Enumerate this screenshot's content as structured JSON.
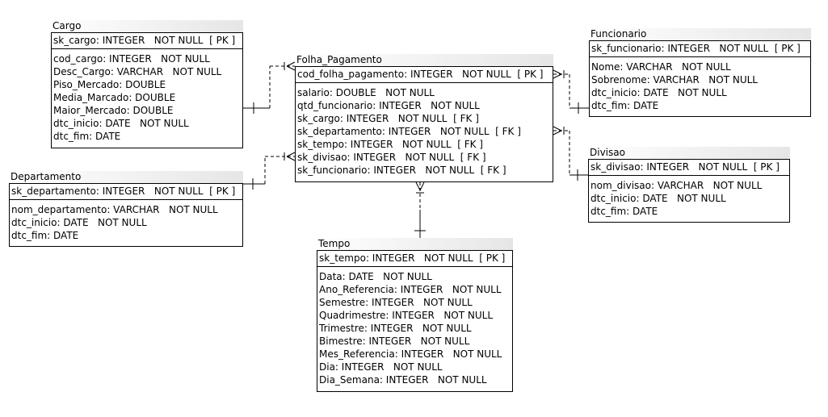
{
  "entities": {
    "cargo": {
      "title": "Cargo",
      "pk": "sk_cargo: INTEGER   NOT NULL  [ PK ]",
      "attrs": [
        "cod_cargo: INTEGER   NOT NULL",
        "Desc_Cargo: VARCHAR   NOT NULL",
        "Piso_Mercado: DOUBLE",
        "Media_Marcado: DOUBLE",
        "Maior_Mercado: DOUBLE",
        "dtc_inicio: DATE   NOT NULL",
        "dtc_fim: DATE"
      ]
    },
    "folha_pagamento": {
      "title": "Folha_Pagamento",
      "pk": "cod_folha_pagamento: INTEGER   NOT NULL  [ PK ]",
      "attrs": [
        "salario: DOUBLE   NOT NULL",
        "qtd_funcionario: INTEGER   NOT NULL",
        "sk_cargo: INTEGER   NOT NULL  [ FK ]",
        "sk_departamento: INTEGER   NOT NULL  [ FK ]",
        "sk_tempo: INTEGER   NOT NULL  [ FK ]",
        "sk_divisao: INTEGER   NOT NULL  [ FK ]",
        "sk_funcionario: INTEGER   NOT NULL  [ FK ]"
      ]
    },
    "funcionario": {
      "title": "Funcionario",
      "pk": "sk_funcionario: INTEGER   NOT NULL  [ PK ]",
      "attrs": [
        "Nome: VARCHAR   NOT NULL",
        "Sobrenome: VARCHAR   NOT NULL",
        "dtc_inicio: DATE   NOT NULL",
        "dtc_fim: DATE"
      ]
    },
    "departamento": {
      "title": "Departamento",
      "pk": "sk_departamento: INTEGER   NOT NULL  [ PK ]",
      "attrs": [
        "nom_departamento: VARCHAR   NOT NULL",
        "dtc_inicio: DATE   NOT NULL",
        "dtc_fim: DATE"
      ]
    },
    "divisao": {
      "title": "Divisao",
      "pk": "sk_divisao: INTEGER   NOT NULL  [ PK ]",
      "attrs": [
        "nom_divisao: VARCHAR   NOT NULL",
        "dtc_inicio: DATE   NOT NULL",
        "dtc_fim: DATE"
      ]
    },
    "tempo": {
      "title": "Tempo",
      "pk": "sk_tempo: INTEGER   NOT NULL  [ PK ]",
      "attrs": [
        "Data: DATE   NOT NULL",
        "Ano_Referencia: INTEGER   NOT NULL",
        "Semestre: INTEGER   NOT NULL",
        "Quadrimestre: INTEGER   NOT NULL",
        "Trimestre: INTEGER   NOT NULL",
        "Bimestre: INTEGER   NOT NULL",
        "Mes_Referencia: INTEGER   NOT NULL",
        "Dia: INTEGER   NOT NULL",
        "Dia_Semana: INTEGER   NOT NULL"
      ]
    }
  },
  "relationships": [
    {
      "from": "cargo",
      "to": "folha_pagamento",
      "notation": "one-to-many"
    },
    {
      "from": "departamento",
      "to": "folha_pagamento",
      "notation": "one-to-many"
    },
    {
      "from": "funcionario",
      "to": "folha_pagamento",
      "notation": "one-to-many"
    },
    {
      "from": "divisao",
      "to": "folha_pagamento",
      "notation": "one-to-many"
    },
    {
      "from": "tempo",
      "to": "folha_pagamento",
      "notation": "one-to-many"
    }
  ]
}
